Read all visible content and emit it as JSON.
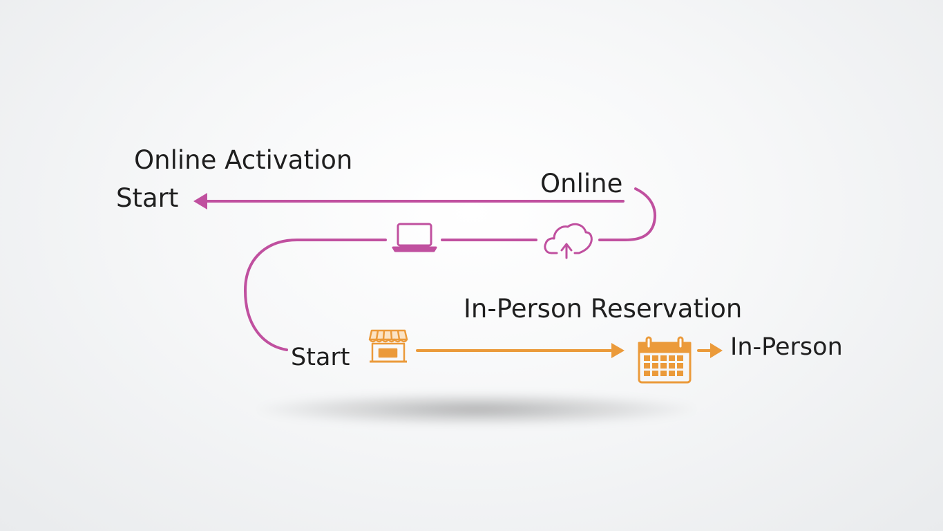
{
  "colors": {
    "online": "#c0509f",
    "in_person": "#eb9a3a",
    "text": "#1f1f1f"
  },
  "online_flow": {
    "title": "Online Activation",
    "start_label": "Start",
    "end_label": "Online",
    "icons": [
      "laptop-icon",
      "cloud-upload-icon"
    ]
  },
  "in_person_flow": {
    "title": "In-Person Reservation",
    "start_label": "Start",
    "end_label": "In-Person",
    "icons": [
      "storefront-icon",
      "calendar-icon"
    ]
  }
}
